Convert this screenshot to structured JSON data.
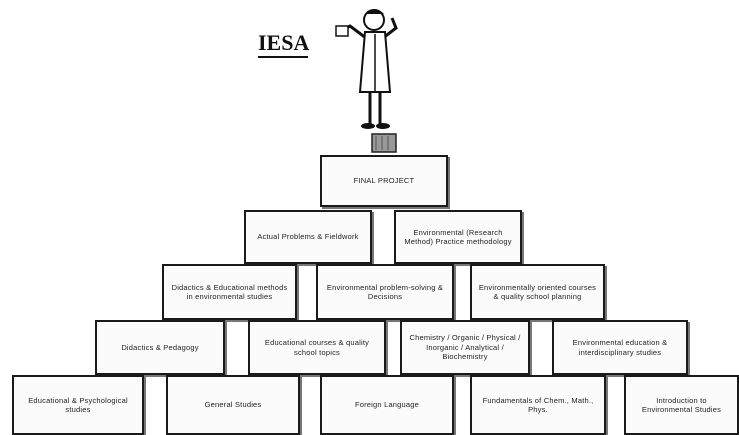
{
  "logo": {
    "text": "IESA"
  },
  "pyramid": {
    "apex": "FINAL PROJECT",
    "row2": [
      "Actual Problems & Fieldwork",
      "Environmental (Research Method) Practice methodology"
    ],
    "row3": [
      "Didactics & Educational methods in environmental studies",
      "Environmental problem-solving & Decisions",
      "Environmentally oriented courses & quality school planning"
    ],
    "row4": [
      "Didactics & Pedagogy",
      "Educational courses & quality school topics",
      "Chemistry / Organic / Physical / Inorganic / Analytical / Biochemistry",
      "Environmental education & interdisciplinary studies"
    ],
    "row5": [
      "Educational & Psychological studies",
      "General Studies",
      "Foreign Language",
      "Fundamentals of Chem., Math., Phys.",
      "Introduction to Environmental Studies"
    ]
  }
}
